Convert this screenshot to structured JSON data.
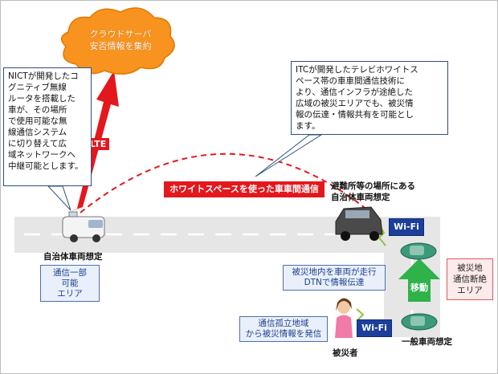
{
  "cloud": {
    "line1": "クラウドサーバ",
    "line2": "安否情報を集約"
  },
  "lte_label": "LTE",
  "nict_callout": [
    "NICTが開発したコ",
    "グニティブ無線",
    "ルータを搭載した",
    "車が、その場所",
    "で使用可能な無",
    "線通信システム",
    "に切り替えて広",
    "域ネットワークへ",
    "中継可能とします。"
  ],
  "itc_callout": [
    "ITCが開発したテレビホワイトス",
    "ペース帯の車車間通信技術に",
    "より、通信インフラが途絶した",
    "広域の被災エリアでも、被災情",
    "報の伝達・情報共有を可能とし",
    "ます。"
  ],
  "whitespace_label": "ホワイトスペースを使った車車間通信",
  "shelter_label": [
    "避難所等の場所にある",
    "自治体車両想定"
  ],
  "municipal_vehicle_label": "自治体車両想定",
  "partial_area": [
    "通信一部",
    "可能",
    "エリア"
  ],
  "disaster_cut_area": [
    "被災地",
    "通信断絶",
    "エリア"
  ],
  "dtn_box": [
    "被災地内を車両が走行",
    "DTNで情報伝達"
  ],
  "move_label": "移動",
  "isolated_box": [
    "通信孤立地域",
    "から被災情報を発信"
  ],
  "wifi_label": "Wi-Fi",
  "victim_label": "被災者",
  "general_vehicle_label": "一般車両想定",
  "colors": {
    "lte_arrow": "#e3171d",
    "whitespace_banner": "#e3171d",
    "move_arrow": "#2fb24a",
    "cloud": "#f7931e",
    "wifi": "#1c3f9c",
    "area_red": "#e45a5a"
  }
}
